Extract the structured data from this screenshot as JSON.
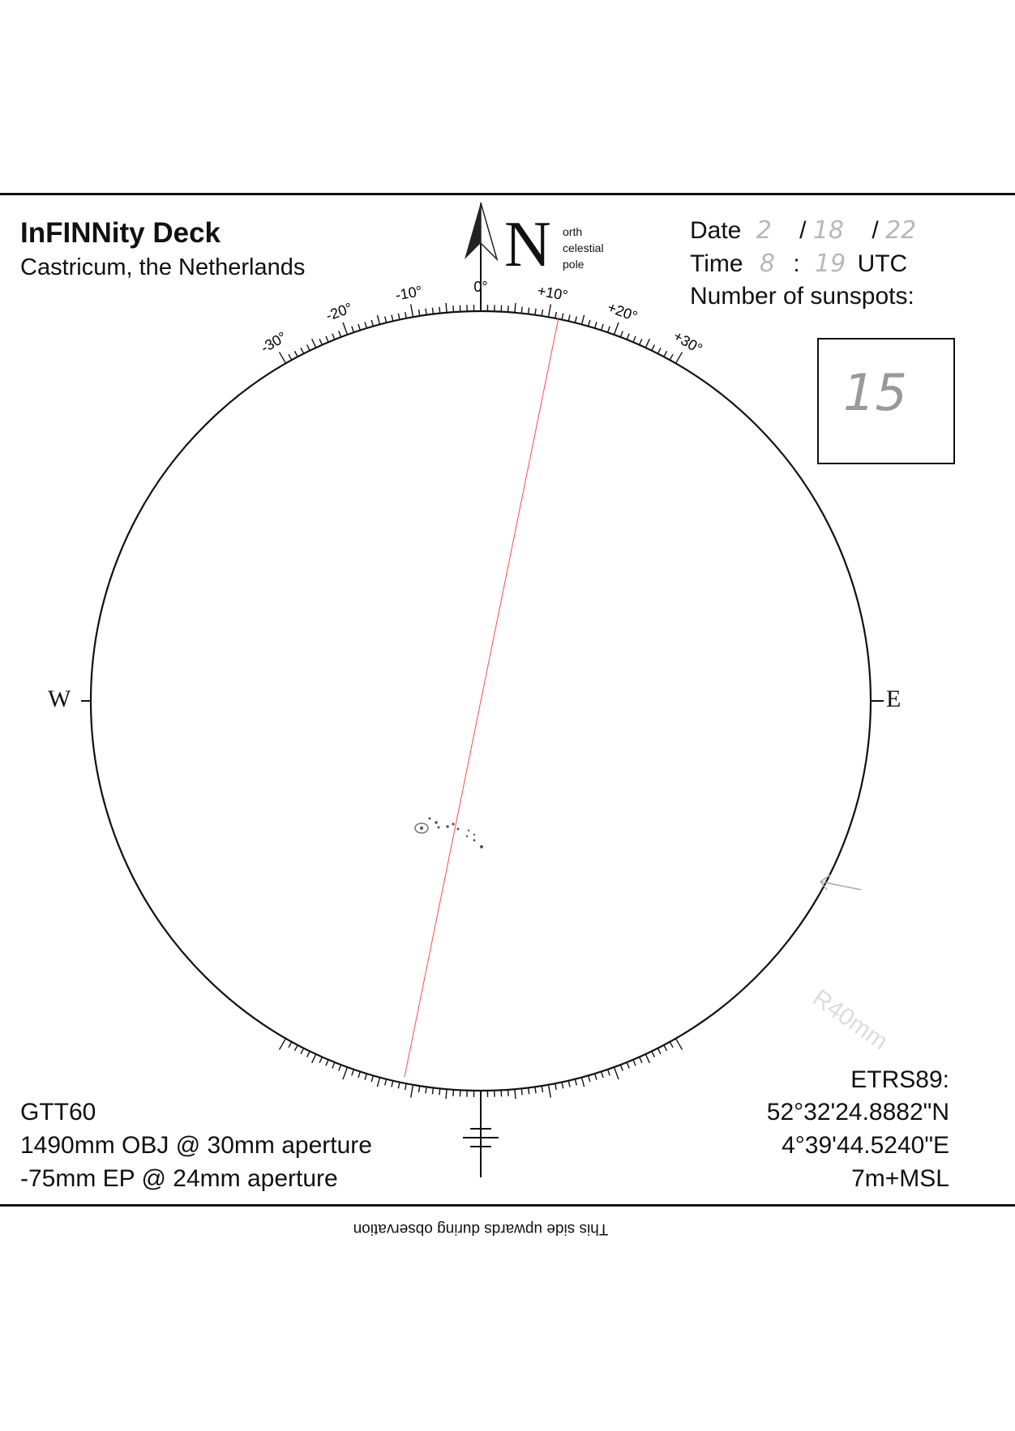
{
  "header": {
    "title": "InFINNity Deck",
    "location": "Castricum, the Netherlands",
    "north_letter": "N",
    "north_caption": [
      "orth",
      "celestial",
      "pole"
    ]
  },
  "observation": {
    "date_label": "Date",
    "date_month": "2",
    "date_day": "18",
    "date_year": "22",
    "date_sep": "/",
    "time_label": "Time",
    "time_hour": "8",
    "time_sep": ":",
    "time_minute": "19",
    "time_zone": "UTC",
    "sunspots_label": "Number of sunspots:",
    "sunspots_count": "15"
  },
  "dial": {
    "scale_labels": [
      "-30°",
      "-20°",
      "-10°",
      "0°",
      "+10°",
      "+20°",
      "+30°"
    ],
    "west": "W",
    "east": "E",
    "radius_note": "R40mm"
  },
  "instrument": {
    "name": "GTT60",
    "objective": "1490mm OBJ @ 30mm aperture",
    "eyepiece": "-75mm EP @ 24mm aperture"
  },
  "position": {
    "datum": "ETRS89:",
    "latitude": "52°32'24.8882\"N",
    "longitude": "4°39'44.5240\"E",
    "altitude": "7m+MSL"
  },
  "footer": {
    "orientation_note": "This side upwards during observation"
  },
  "colors": {
    "ink": "#111111",
    "axis_line": "#ff4a4a",
    "pencil": "#b8b8b8"
  }
}
